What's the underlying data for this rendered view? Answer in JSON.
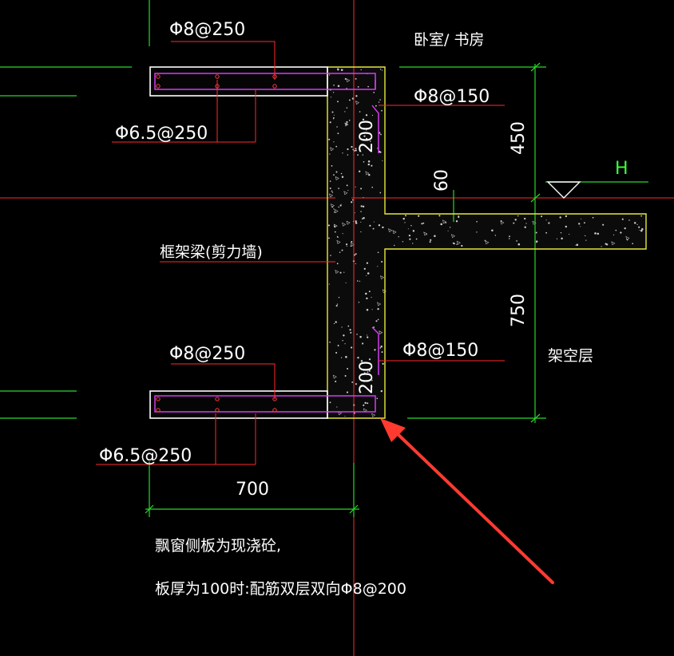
{
  "labels": {
    "top_slab_bar": "Φ8@250",
    "top_slab_dist": "Φ6.5@250",
    "room": "卧室/ 书房",
    "top_wall_bar": "Φ8@150",
    "top_wall_dim": "200",
    "dim_450": "450",
    "level_mark": "H",
    "dim_60": "60",
    "beam": "框架梁(剪力墙)",
    "dim_750": "750",
    "bot_slab_bar": "Φ8@250",
    "bot_wall_bar": "Φ8@150",
    "bot_wall_dim": "200",
    "stilt_floor": "架空层",
    "bot_slab_dist": "Φ6.5@250",
    "dim_700": "700",
    "note_1": "飘窗侧板为现浇砼,",
    "note_2": "板厚为100时:配筋双层双向Φ8@200"
  },
  "colors": {
    "background": "#000000",
    "axis": "#ff2a2a",
    "dimension": "#29d829",
    "outline": "#e8e83a",
    "rebar": "#e040ff",
    "text": "#ffffff",
    "arrow": "#ff3b30"
  }
}
